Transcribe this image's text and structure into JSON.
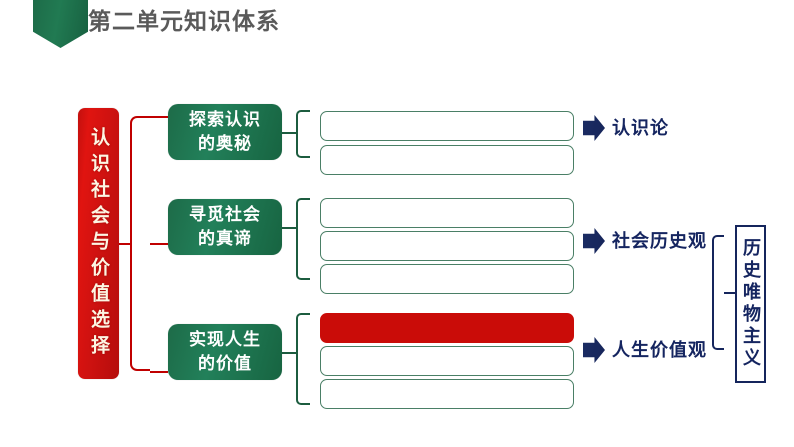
{
  "page": {
    "title": "第二单元知识体系",
    "background": "#ffffff"
  },
  "colors": {
    "banner_green": "#1d6b48",
    "title_gray": "#5a5a5a",
    "root_red": "#ca0c08",
    "chapter_green": "#1d6b48",
    "slot_border_green": "#4a7f66",
    "filled_red": "#ca0c08",
    "navy": "#152560"
  },
  "banner": {
    "title": "第二单元知识体系",
    "shape": "pentagon-down-marker"
  },
  "root": {
    "label": "认识社会与价值选择"
  },
  "chapters": [
    {
      "id": "chapter-1",
      "line1": "探索认识",
      "line2": "的奥秘",
      "slots": [
        {
          "id": "slot-1-1",
          "text": "",
          "filled": false
        },
        {
          "id": "slot-1-2",
          "text": "",
          "filled": false
        }
      ],
      "outcome": {
        "label": "认识论",
        "arrow": "right-arrow-icon"
      }
    },
    {
      "id": "chapter-2",
      "line1": "寻觅社会",
      "line2": "的真谛",
      "slots": [
        {
          "id": "slot-2-1",
          "text": "",
          "filled": false
        },
        {
          "id": "slot-2-2",
          "text": "",
          "filled": false
        },
        {
          "id": "slot-2-3",
          "text": "",
          "filled": false
        }
      ],
      "outcome": {
        "label": "社会历史观",
        "arrow": "right-arrow-icon"
      }
    },
    {
      "id": "chapter-3",
      "line1": "实现人生",
      "line2": "的价值",
      "slots": [
        {
          "id": "slot-3-1",
          "text": "",
          "filled": true
        },
        {
          "id": "slot-3-2",
          "text": "",
          "filled": false
        },
        {
          "id": "slot-3-3",
          "text": "",
          "filled": false
        }
      ],
      "outcome": {
        "label": "人生价值观",
        "arrow": "right-arrow-icon"
      }
    }
  ],
  "final": {
    "label": "历史唯物主义"
  }
}
